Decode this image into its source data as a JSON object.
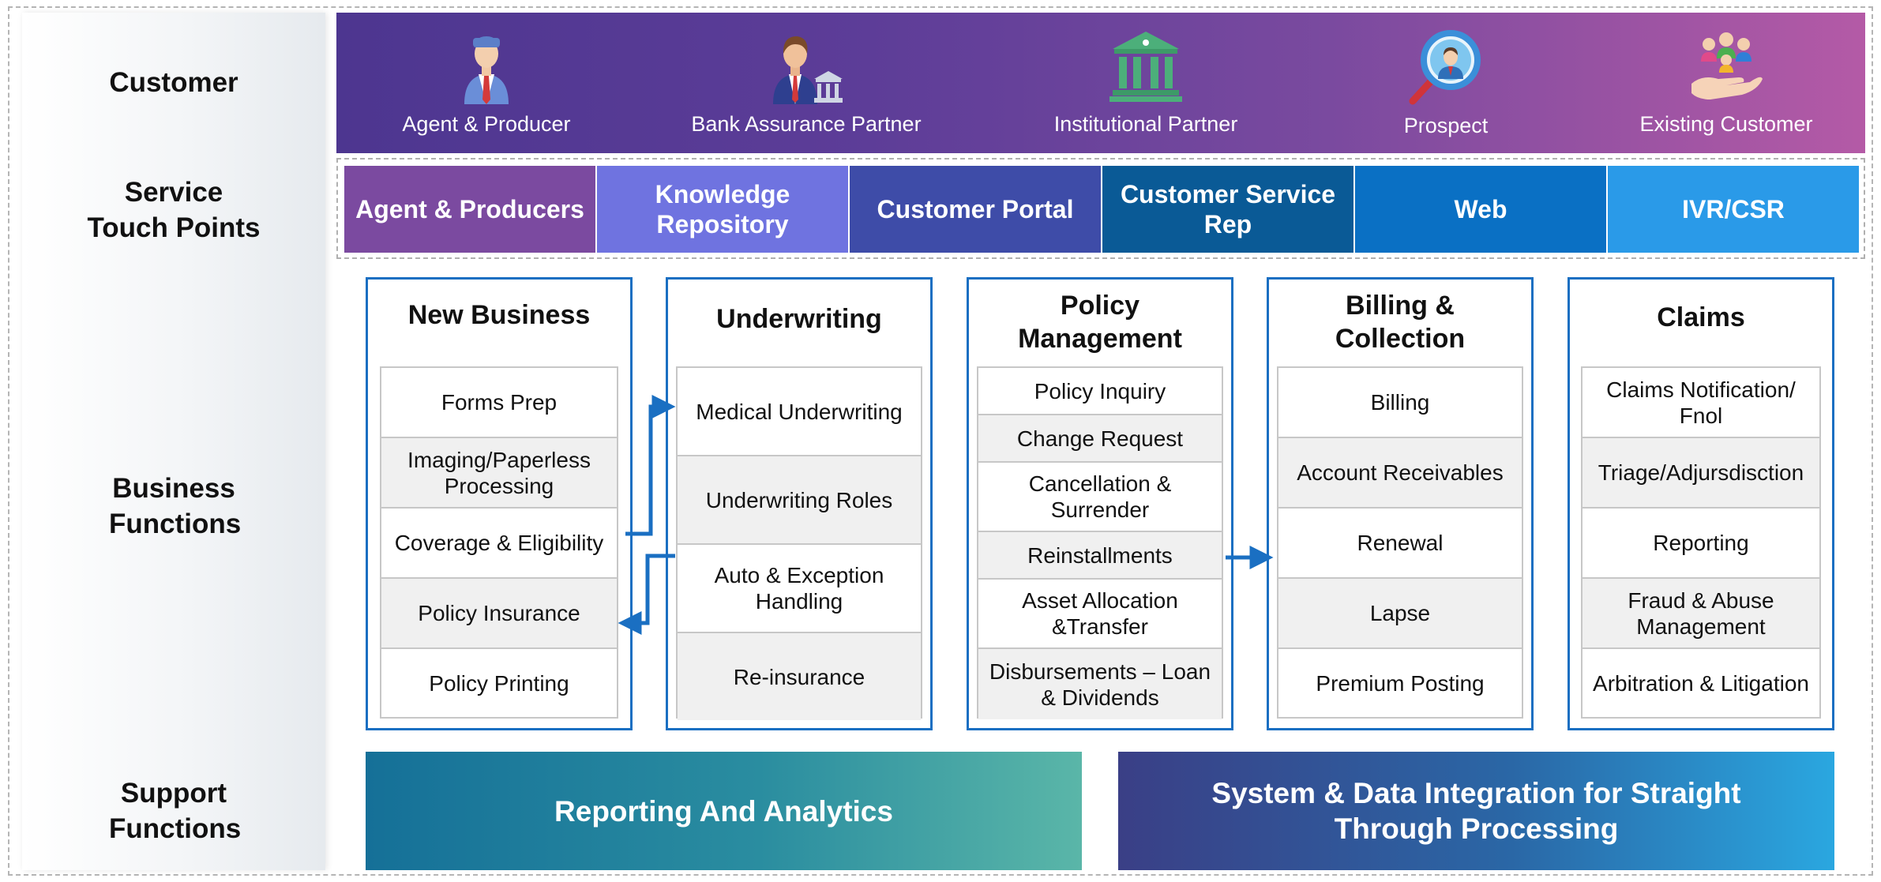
{
  "labels": {
    "customer": "Customer",
    "service_touch_points": "Service Touch Points",
    "business_functions": "Business Functions",
    "support_functions": "Support Functions"
  },
  "customers": [
    {
      "label": "Agent & Producer",
      "icon": "agent-icon"
    },
    {
      "label": "Bank Assurance Partner",
      "icon": "bank-partner-icon"
    },
    {
      "label": "Institutional Partner",
      "icon": "institution-icon"
    },
    {
      "label": "Prospect",
      "icon": "prospect-icon"
    },
    {
      "label": "Existing Customer",
      "icon": "existing-customer-icon"
    }
  ],
  "touch_points": [
    {
      "label": "Agent & Producers",
      "color": "#7b4aa0"
    },
    {
      "label": "Knowledge Repository",
      "color": "#6f73e0"
    },
    {
      "label": "Customer Portal",
      "color": "#3e4ca8"
    },
    {
      "label": "Customer Service Rep",
      "color": "#0a5a96"
    },
    {
      "label": "Web",
      "color": "#0a70c4"
    },
    {
      "label": "IVR/CSR",
      "color": "#2a9ae8"
    }
  ],
  "business_functions": [
    {
      "title": "New Business",
      "items": [
        "Forms Prep",
        "Imaging/Paperless Processing",
        "Coverage & Eligibility",
        "Policy Insurance",
        "Policy Printing"
      ]
    },
    {
      "title": "Underwriting",
      "items": [
        "Medical Underwriting",
        "Underwriting Roles",
        "Auto & Exception Handling",
        "Re-insurance"
      ]
    },
    {
      "title": "Policy Management",
      "items": [
        "Policy Inquiry",
        "Change Request",
        "Cancellation & Surrender",
        "Reinstallments",
        "Asset Allocation &Transfer",
        "Disbursements – Loan & Dividends"
      ]
    },
    {
      "title": "Billing & Collection",
      "items": [
        "Billing",
        "Account Receivables",
        "Renewal",
        "Lapse",
        "Premium Posting"
      ]
    },
    {
      "title": "Claims",
      "items": [
        "Claims Notification/ Fnol",
        "Triage/Adjursdisction",
        "Reporting",
        "Fraud & Abuse Management",
        "Arbitration & Litigation"
      ]
    }
  ],
  "support_functions": [
    {
      "label": "Reporting And Analytics"
    },
    {
      "label": "System & Data Integration for Straight Through Processing"
    }
  ],
  "colors": {
    "box_border": "#1a6fc2",
    "arrow": "#1a6fc2"
  }
}
